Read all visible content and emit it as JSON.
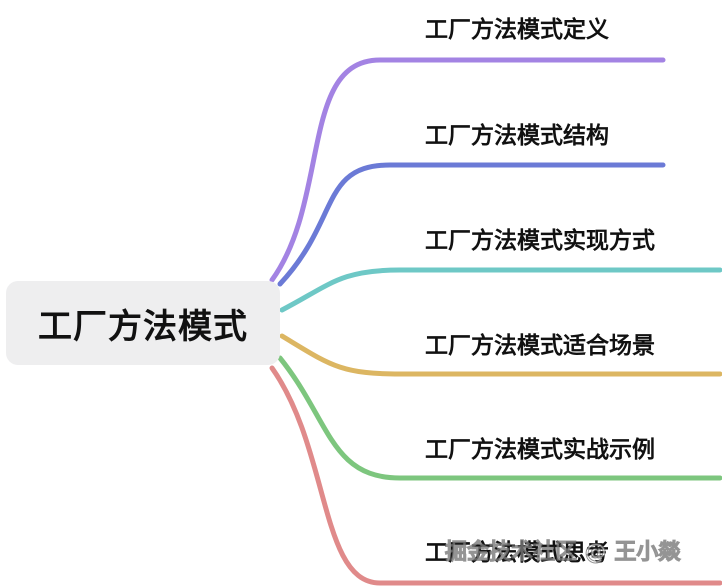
{
  "root": {
    "label": "工厂方法模式"
  },
  "branches": [
    {
      "label": "工厂方法模式定义",
      "color": "#a383e3"
    },
    {
      "label": "工厂方法模式结构",
      "color": "#6b7ad6"
    },
    {
      "label": "工厂方法模式实现方式",
      "color": "#6ec8c6"
    },
    {
      "label": "工厂方法模式适合场景",
      "color": "#dcb662"
    },
    {
      "label": "工厂方法模式实战示例",
      "color": "#7dc67e"
    },
    {
      "label": "工厂方法模式思考",
      "color": "#e08a8a"
    }
  ],
  "watermark": "掘金技术社区 @ 王小燚"
}
